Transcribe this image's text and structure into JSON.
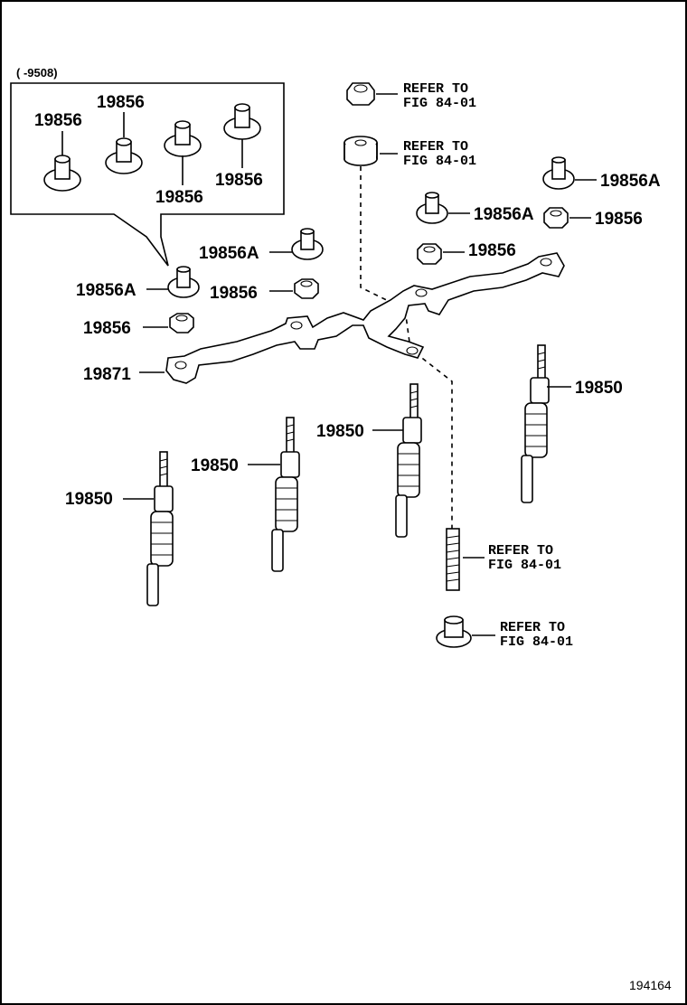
{
  "inset": {
    "range_label": "(      -9508)"
  },
  "labels": {
    "inset_nut_1": "19856",
    "inset_nut_2": "19856",
    "inset_nut_3": "19856",
    "inset_nut_4": "19856",
    "nut_a_left": "19856A",
    "nut_left": "19856",
    "nut_a_mid": "19856A",
    "nut_mid": "19856",
    "nut_a_right_top": "19856A",
    "nut_a_right": "19856A",
    "nut_right_top": "19856",
    "nut_right": "19856",
    "busbar": "19871",
    "plug_1": "19850",
    "plug_2": "19850",
    "plug_3": "19850",
    "plug_4": "19850"
  },
  "refs": {
    "ref_1_line1": "REFER TO",
    "ref_1_line2": "FIG 84-01",
    "ref_2_line1": "REFER TO",
    "ref_2_line2": "FIG 84-01",
    "ref_3_line1": "REFER TO",
    "ref_3_line2": "FIG 84-01",
    "ref_4_line1": "REFER TO",
    "ref_4_line2": "FIG 84-01"
  },
  "diagram_number": "194164"
}
